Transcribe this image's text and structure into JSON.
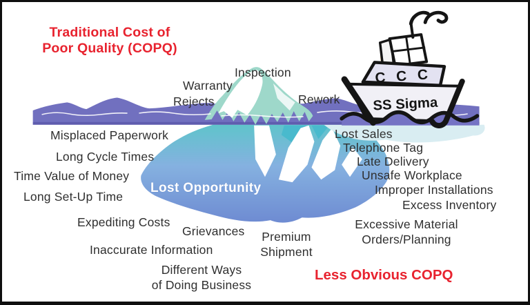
{
  "header": {
    "title": "Traditional Cost of\nPoor Quality (COPQ)"
  },
  "iceberg": {
    "lost_opportunity_label": "Lost Opportunity"
  },
  "ship": {
    "name": "SS Sigma",
    "portholes": "C C C"
  },
  "costs": {
    "above_waterline": [
      "Inspection",
      "Warranty",
      "Rejects",
      "Rework"
    ],
    "below_left": [
      "Misplaced Paperwork",
      "Long Cycle Times",
      "Time Value of Money",
      "Long Set-Up Time",
      "Expediting Costs",
      "Inaccurate Information"
    ],
    "below_center": [
      "Grievances",
      "Premium\nShipment",
      "Different Ways\nof Doing Business"
    ],
    "below_right": [
      "Lost Sales",
      "Telephone Tag",
      "Late Delivery",
      "Unsafe Workplace",
      "Improper Installations",
      "Excess Inventory",
      "Excessive Material\nOrders/Planning"
    ]
  },
  "footer": {
    "less_obvious_label": "Less Obvious COPQ"
  },
  "colors": {
    "title_red": "#e8232f",
    "label_black": "#2f2f2f",
    "water_purple": "#7170bf",
    "ship_wave_purple": "#7573c4",
    "iceberg_tip_mint": "#9ed8ca",
    "iceberg_top_teal": "#5fc4cb",
    "iceberg_mid_blue": "#85b1e0",
    "iceberg_bottom_blue": "#6e8bd2",
    "underwater_facet_teal": "#49bacd",
    "wake_cyan": "#d9edf2",
    "deck_lavender": "#e3e2f1",
    "cabin_peach": "#fbdcb4"
  }
}
